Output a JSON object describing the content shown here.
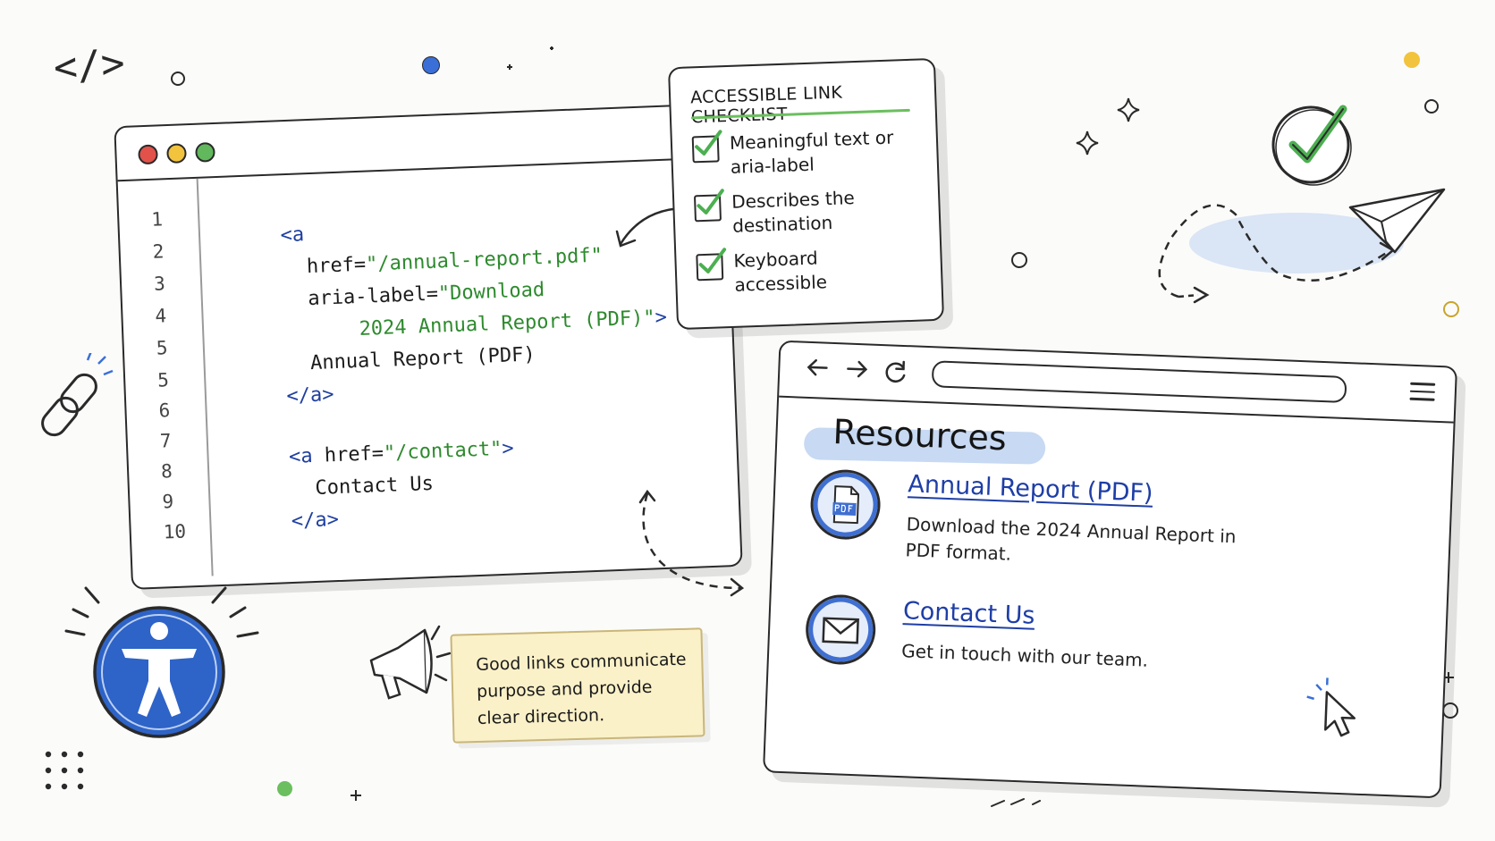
{
  "code_symbol": "</>",
  "editor": {
    "line_numbers": [
      "1",
      "2",
      "3",
      "4",
      "5",
      "5",
      "6",
      "7",
      "8",
      "9",
      "10"
    ],
    "lines": [
      {
        "tag_open": "<a",
        "text": "",
        "tag_close": ""
      },
      {
        "attr": "href=",
        "str": "\"/annual-report.pdf\""
      },
      {
        "attr": "aria-label=",
        "str": "\"Download"
      },
      {
        "str": "2024 Annual Report (PDF)\"",
        "tag_close": ">"
      },
      {
        "text": "Annual Report (PDF)"
      },
      {
        "tag_open": "</a>"
      },
      {
        "tag_open": "<a",
        "attr": " href=",
        "str": "\"/contact\"",
        "tag_close": ">"
      },
      {
        "text": "Contact Us"
      },
      {
        "tag_open": "</a>"
      }
    ]
  },
  "checklist": {
    "title": "ACCESSIBLE LINK CHECKLIST",
    "items": [
      {
        "label": "Meaningful text or aria-label",
        "checked": true
      },
      {
        "label": "Describes the destination",
        "checked": true
      },
      {
        "label": "Keyboard accessible",
        "checked": true
      }
    ]
  },
  "browser": {
    "nav": {
      "back_icon": "arrow-left-icon",
      "forward_icon": "arrow-right-icon",
      "reload_icon": "reload-icon",
      "menu_icon": "hamburger-menu-icon"
    },
    "heading": "Resources",
    "resources": [
      {
        "icon": "pdf-file-icon",
        "link": "Annual Report (PDF)",
        "description": "Download the 2024 Annual Report in PDF format."
      },
      {
        "icon": "envelope-icon",
        "link": "Contact Us",
        "description": "Get in touch with our team."
      }
    ]
  },
  "note": {
    "text": "Good links communicate purpose and provide clear direction."
  },
  "colors": {
    "link_blue": "#1e3ea6",
    "tag_blue": "#1f3fa0",
    "string_green": "#2e8a2e",
    "check_green": "#4caf50",
    "accent_blue": "#3f6fd1",
    "note_yellow": "#fbf1c8",
    "traffic_red": "#e2524a",
    "traffic_yellow": "#f2c33c",
    "traffic_green": "#62b85c"
  }
}
